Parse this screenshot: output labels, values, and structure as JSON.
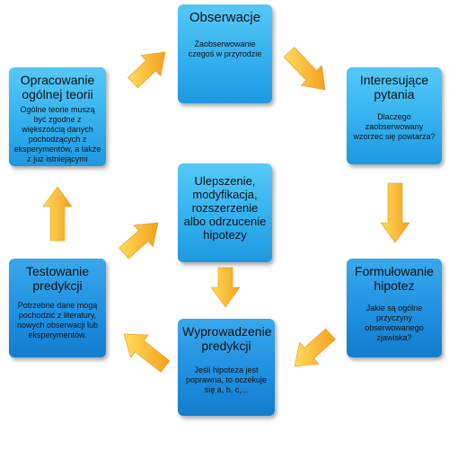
{
  "boxes": {
    "observation": {
      "title": "Obserwacje",
      "desc": "Zaobserwowanie czegoś w przyrodzie"
    },
    "questions": {
      "title": "Interesujące pytania",
      "desc": "Dlaczego zaobserwowany wzorzec się powtarza?"
    },
    "hypothesis": {
      "title": "Formułowanie hipotez",
      "desc": "Jakie są ogólne przyczyny obserwowanego zjawiska?"
    },
    "prediction": {
      "title": "Wyprowadzenie predykcji",
      "desc": "Jeśli hipoteza jest poprawna, to oczekuje się a, b, c,..."
    },
    "testing": {
      "title": "Testowanie predykcji",
      "desc": "Potrzebne dane mogą pochodzić z literatury, nowych obserwacji lub eksperymentów."
    },
    "theory": {
      "title": "Opracowanie ogólnej teorii",
      "desc": "Ogólne teorie muszą być zgodne z większością danych pochodzących z eksperymentów, a także z już istniejącymi teoriami."
    },
    "improvement": {
      "title": "Ulepszenie, modyfikacja, rozszerzenie albo odrzucenie hipotezy"
    }
  },
  "colors": {
    "box": "#33b1ef",
    "arrow_light": "#ffd24a",
    "arrow_dark": "#f5a623"
  }
}
